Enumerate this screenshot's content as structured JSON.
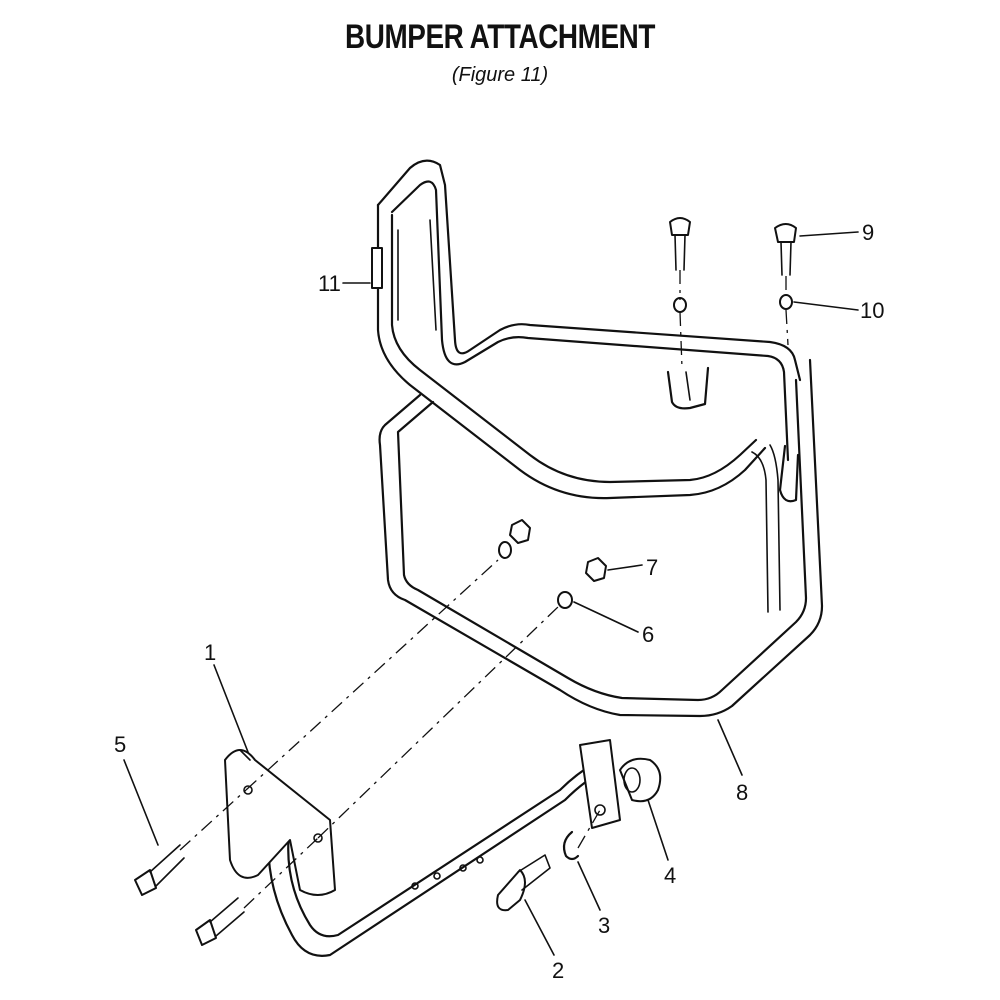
{
  "title": "BUMPER ATTACHMENT",
  "subtitle": "(Figure 11)",
  "callouts": [
    {
      "id": "1",
      "label": "1"
    },
    {
      "id": "2",
      "label": "2"
    },
    {
      "id": "3",
      "label": "3"
    },
    {
      "id": "4",
      "label": "4"
    },
    {
      "id": "5",
      "label": "5"
    },
    {
      "id": "6",
      "label": "6"
    },
    {
      "id": "7",
      "label": "7"
    },
    {
      "id": "8",
      "label": "8"
    },
    {
      "id": "9",
      "label": "9"
    },
    {
      "id": "10",
      "label": "10"
    },
    {
      "id": "11",
      "label": "11"
    }
  ]
}
